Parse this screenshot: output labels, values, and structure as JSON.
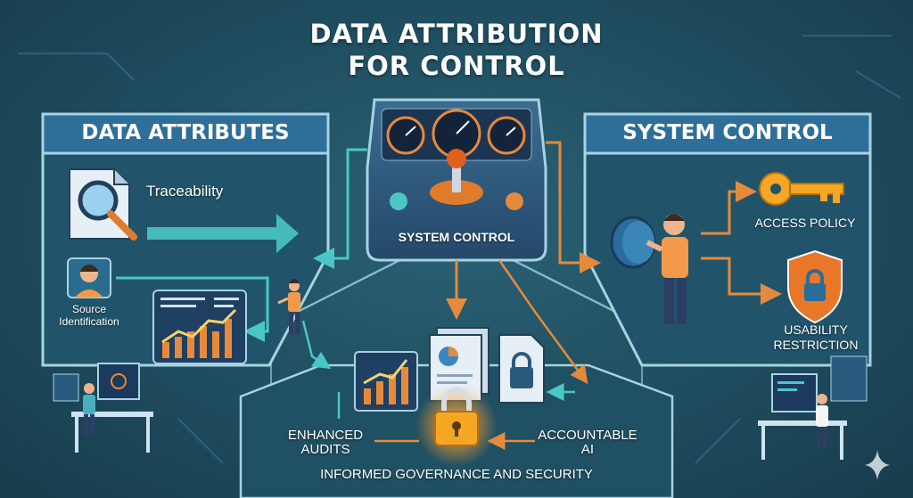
{
  "title": {
    "line1": "DATA ATTRIBUTION",
    "line2": "FOR CONTROL"
  },
  "left_panel": {
    "heading": "DATA ATTRIBUTES",
    "traceability": "Traceability",
    "source_identification_line1": "Source",
    "source_identification_line2": "Identification"
  },
  "center_panel": {
    "label": "SYSTEM CONTROL"
  },
  "right_panel": {
    "heading": "SYSTEM CONTROL",
    "access_policy": "ACCESS POLICY",
    "usability_line1": "USABILITY",
    "usability_line2": "RESTRICTION"
  },
  "bottom_panel": {
    "enhanced_line1": "ENHANCED",
    "enhanced_line2": "AUDITS",
    "accountable_line1": "ACCOUNTABLE",
    "accountable_line2": "AI",
    "governance": "INFORMED GOVERNANCE AND SECURITY"
  },
  "colors": {
    "background": "#1f4d5f",
    "panel_header": "#2e6f9a",
    "panel_border": "#a7d3e3",
    "arrow_teal": "#49c7c7",
    "arrow_orange": "#e58a3c",
    "lock_glow": "#ff9f2e"
  }
}
